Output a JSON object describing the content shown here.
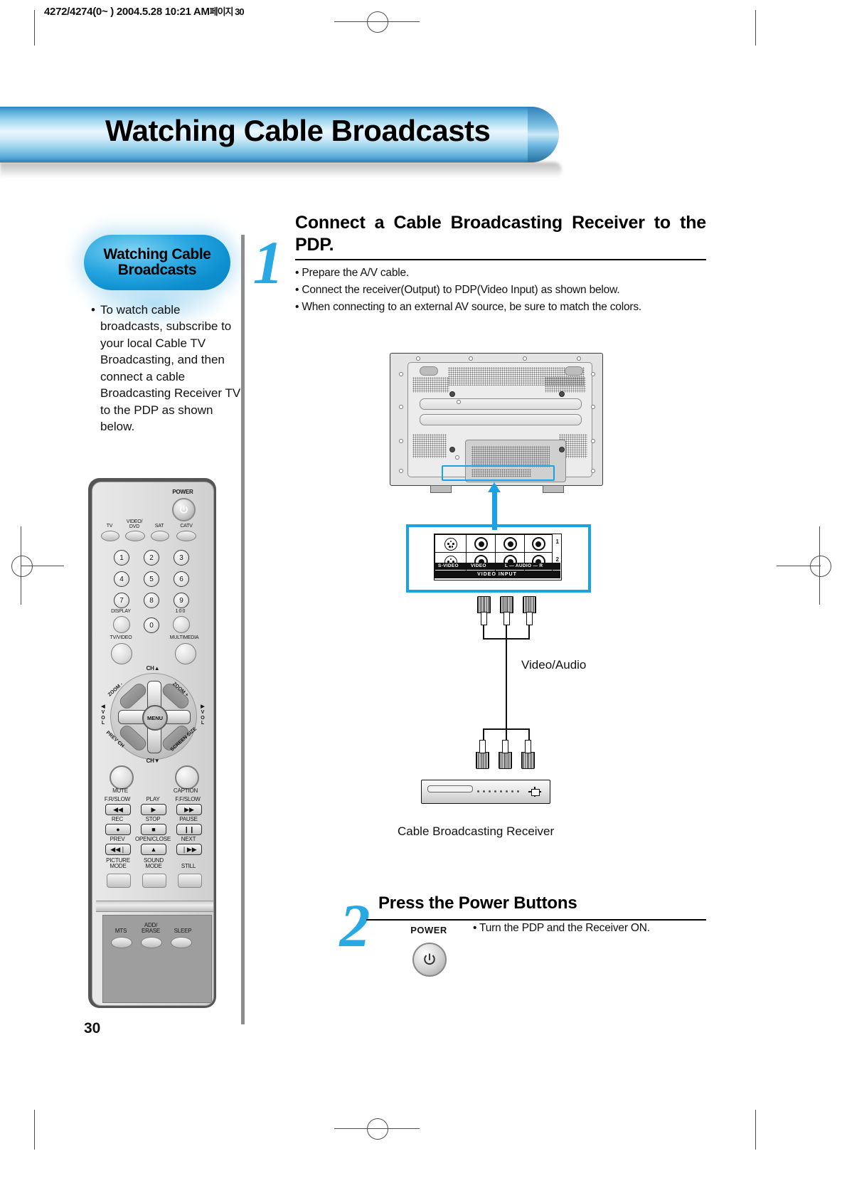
{
  "header": {
    "running_head": "4272/4274(0~ )  2004.5.28 10:21 AM",
    "running_head_korean": "페이지 30"
  },
  "banner": {
    "title": "Watching Cable Broadcasts"
  },
  "sidebar": {
    "callout_line1": "Watching Cable",
    "callout_line2": "Broadcasts",
    "note_bullet": "•",
    "note_text": "To watch cable broadcasts, subscribe to your local Cable TV Broadcasting, and then connect a cable Broadcasting Receiver TV to the PDP as shown below."
  },
  "steps": [
    {
      "number": "1",
      "heading_line1": "Connect a Cable Broadcasting Receiver to the",
      "heading_line2": "PDP.",
      "bullets": [
        "• Prepare the A/V cable.",
        "• Connect the receiver(Output) to PDP(Video Input) as shown below.",
        "• When connecting to an external AV source, be sure to match the colors."
      ]
    },
    {
      "number": "2",
      "heading_line1": "Press the Power Buttons",
      "bullets": [
        "• Turn the PDP and the Receiver ON."
      ],
      "power_label": "POWER",
      "power_icon": "power-symbol"
    }
  ],
  "diagram": {
    "video_audio_label": "Video/Audio",
    "receiver_label": "Cable Broadcasting Receiver",
    "video_input": {
      "title": "VIDEO INPUT",
      "jack_labels": [
        "S-VIDEO",
        "VIDEO",
        "L  — AUDIO — R"
      ],
      "row_numbers": [
        "1",
        "2"
      ]
    }
  },
  "remote": {
    "power_label": "POWER",
    "power_icon": "power-symbol",
    "source_buttons": [
      "TV",
      "VIDEO/\nDVD",
      "SAT",
      "CATV"
    ],
    "source_buttons_flat": [
      "TV",
      "VIDEO/DVD",
      "SAT",
      "CATV"
    ],
    "number_keys": [
      "1",
      "2",
      "3",
      "4",
      "5",
      "6",
      "7",
      "8",
      "9",
      "0"
    ],
    "display_label": "DISPLAY",
    "hundred_label": "100",
    "tv_video_label": "TV/VIDEO",
    "multimedia_label": "MULTIMEDIA",
    "nav": {
      "ch_up": "CH▲",
      "ch_down": "CH▼",
      "vol_left": "◀ V O L",
      "vol_right": "V O L ▶",
      "menu": "MENU",
      "zoom_minus": "ZOOM -",
      "zoom_plus": "ZOOM +",
      "prev_ch": "PREV CH",
      "screen_size": "SCREEN SIZE"
    },
    "mute_label": "MUTE",
    "caption_label": "CAPTION",
    "transport_rows": [
      {
        "labels": [
          "F.R/SLOW",
          "PLAY",
          "F.F/SLOW"
        ],
        "glyphs": [
          "◀◀",
          "▶",
          "▶▶"
        ]
      },
      {
        "labels": [
          "REC",
          "STOP",
          "PAUSE"
        ],
        "glyphs": [
          "●",
          "■",
          "❙❙"
        ]
      },
      {
        "labels": [
          "PREV",
          "OPEN/CLOSE",
          "NEXT"
        ],
        "glyphs": [
          "◀◀❘",
          "▲",
          "❘▶▶"
        ]
      }
    ],
    "mode_buttons": [
      "PICTURE\nMODE",
      "SOUND\nMODE",
      "STILL"
    ],
    "mode_buttons_flat": [
      "PICTURE MODE",
      "SOUND MODE",
      "STILL"
    ],
    "bottom_buttons": [
      "MTS",
      "ADD/\nERASE",
      "SLEEP"
    ],
    "bottom_buttons_flat": [
      "MTS",
      "ADD/ERASE",
      "SLEEP"
    ]
  },
  "footer": {
    "page_number": "30"
  },
  "colors": {
    "accent_blue": "#19a3e6",
    "banner_blue": "#4ea3d6",
    "oval_blue": "#0d8fd0",
    "text": "#111111"
  }
}
